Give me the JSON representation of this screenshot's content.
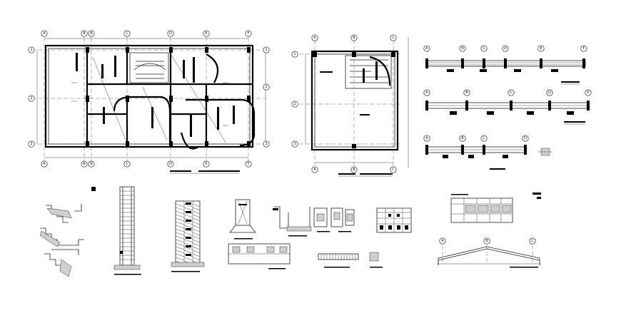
{
  "palette": {
    "ink": "#222222",
    "paper": "#ffffff",
    "fill": "#cfcfcf"
  },
  "views": [
    {
      "id": "plan-main",
      "bubbles_top": [
        "A",
        "B",
        "C",
        "D",
        "E",
        "F"
      ],
      "bubbles_left": [
        "1",
        "2",
        "3"
      ]
    },
    {
      "id": "plan-right",
      "bubbles_top": [
        "A",
        "B",
        "C"
      ],
      "bubbles_left": [
        "1",
        "2",
        "3"
      ]
    },
    {
      "id": "beam-1",
      "bubbles": [
        "A",
        "B",
        "C",
        "D",
        "E",
        "F"
      ]
    },
    {
      "id": "beam-2",
      "bubbles": [
        "A",
        "B",
        "C",
        "D",
        "E"
      ]
    },
    {
      "id": "beam-3",
      "bubbles": [
        "A",
        "B",
        "C",
        "D"
      ]
    },
    {
      "id": "roof-section",
      "bubbles": [
        "A",
        "B",
        "C"
      ]
    }
  ]
}
